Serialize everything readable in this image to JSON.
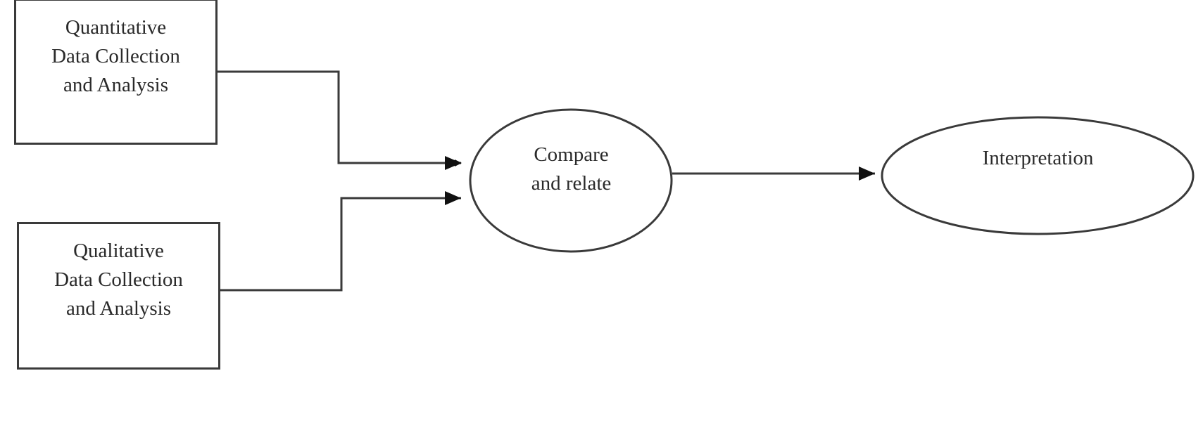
{
  "diagram": {
    "nodes": [
      {
        "id": "quant",
        "shape": "rectangle",
        "lines": [
          "Quantitative",
          "Data Collection",
          "and Analysis"
        ]
      },
      {
        "id": "qual",
        "shape": "rectangle",
        "lines": [
          "Qualitative",
          "Data Collection",
          "and Analysis"
        ]
      },
      {
        "id": "compare",
        "shape": "ellipse",
        "lines": [
          "Compare",
          "and relate"
        ]
      },
      {
        "id": "interp",
        "shape": "ellipse",
        "lines": [
          "Interpretation"
        ]
      }
    ],
    "edges": [
      {
        "from": "quant",
        "to": "compare",
        "style": "elbow-arrow"
      },
      {
        "from": "qual",
        "to": "compare",
        "style": "elbow-arrow"
      },
      {
        "from": "compare",
        "to": "interp",
        "style": "straight-arrow"
      }
    ],
    "colors": {
      "stroke": "#3a3a3a",
      "text": "#2a2a2a",
      "background": "#ffffff"
    }
  }
}
